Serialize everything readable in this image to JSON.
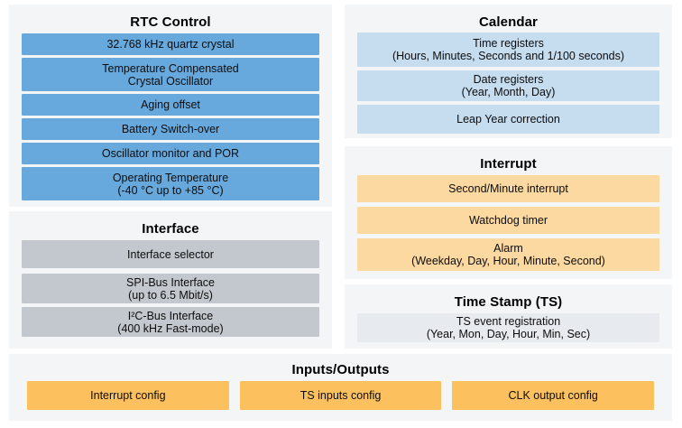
{
  "diagram": {
    "title_hidden": "",
    "panels": {
      "rtc": {
        "title": "RTC Control",
        "rows": [
          {
            "line1": "32.768 kHz quartz crystal",
            "line2": ""
          },
          {
            "line1": "Temperature Compensated",
            "line2": "Crystal Oscillator"
          },
          {
            "line1": "Aging offset",
            "line2": ""
          },
          {
            "line1": "Battery Switch-over",
            "line2": ""
          },
          {
            "line1": "Oscillator monitor and POR",
            "line2": ""
          },
          {
            "line1": "Operating Temperature",
            "line2": "(-40 °C up to +85 °C)"
          }
        ]
      },
      "interface": {
        "title": "Interface",
        "rows": [
          {
            "line1": "Interface selector",
            "line2": ""
          },
          {
            "line1": "SPI-Bus Interface",
            "line2": "(up to 6.5 Mbit/s)"
          },
          {
            "line1": "I²C-Bus Interface",
            "line2": "(400 kHz Fast-mode)"
          }
        ]
      },
      "calendar": {
        "title": "Calendar",
        "rows": [
          {
            "line1": "Time registers",
            "line2": "(Hours, Minutes, Seconds and 1/100 seconds)"
          },
          {
            "line1": "Date registers",
            "line2": "(Year, Month, Day)"
          },
          {
            "line1": "Leap Year correction",
            "line2": ""
          }
        ]
      },
      "interrupt": {
        "title": "Interrupt",
        "rows": [
          {
            "line1": "Second/Minute interrupt",
            "line2": ""
          },
          {
            "line1": "Watchdog timer",
            "line2": ""
          },
          {
            "line1": "Alarm",
            "line2": "(Weekday, Day, Hour, Minute, Second)"
          }
        ]
      },
      "time_stamp": {
        "title": "Time Stamp (TS)",
        "rows": [
          {
            "line1": "TS event registration",
            "line2": "(Year, Mon, Day, Hour, Min, Sec)"
          }
        ]
      },
      "inputs_outputs": {
        "title": "Inputs/Outputs",
        "rows": [
          {
            "line1": "Interrupt config",
            "line2": ""
          },
          {
            "line1": "TS inputs config",
            "line2": ""
          },
          {
            "line1": "CLK output config",
            "line2": ""
          }
        ]
      }
    },
    "colors": {
      "panel_background": "#f4f5f7",
      "page_background": "#ffffff",
      "rtc_block": "#67a9dd",
      "calendar_block": "#c6dcef",
      "interface_block": "#c3c8ce",
      "interrupt_block": "#fcd9a0",
      "time_stamp_block": "#e7eaee",
      "io_block": "#fcc15e",
      "text": "#0d0d0d"
    }
  }
}
